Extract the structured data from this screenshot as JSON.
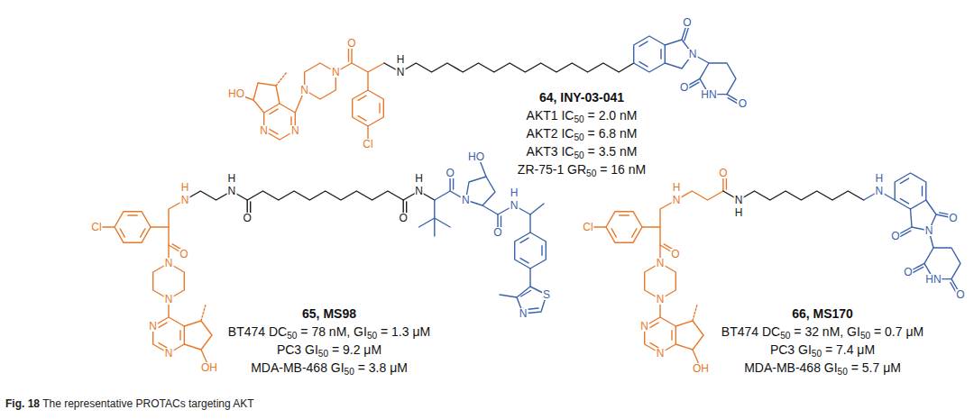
{
  "diagram": {
    "caption": "Fig. 18 The representative PROTACs targeting AKT",
    "labels": [
      "HO",
      "N",
      "N",
      "N",
      "N",
      "O",
      "Cl",
      "H",
      "N",
      "O",
      "N",
      "O",
      "HN",
      "O",
      "64, INY-03-041",
      "AKT1 IC50 = 2.0 nM",
      "AKT2 IC50 = 6.8 nM",
      "AKT3 IC50 = 3.5 nM",
      "ZR-75-1 GR50 = 16 nM",
      "H",
      "N",
      "Cl",
      "O",
      "N",
      "N",
      "N",
      "N",
      "OH",
      "H",
      "N",
      "O",
      "O",
      "H",
      "N",
      "HO",
      "N",
      "O",
      "O",
      "H",
      "N",
      "S",
      "N",
      "65, MS98",
      "BT474 DC50 = 78 nM, GI50 = 1.3 μM",
      "PC3 GI50 = 9.2 μM",
      "MDA-MB-468 GI50 = 3.8 μM",
      "H",
      "N",
      "Cl",
      "O",
      "N",
      "N",
      "N",
      "N",
      "OH",
      "O",
      "N",
      "H",
      "H",
      "N",
      "O",
      "N",
      "O",
      "O",
      "HN",
      "O",
      "66, MS170",
      "BT474 DC50 = 32 nM, GI50 = 0.7 μM",
      "PC3 GI50 = 7.4 μM",
      "MDA-MB-468 GI50 = 5.7 μM"
    ]
  }
}
